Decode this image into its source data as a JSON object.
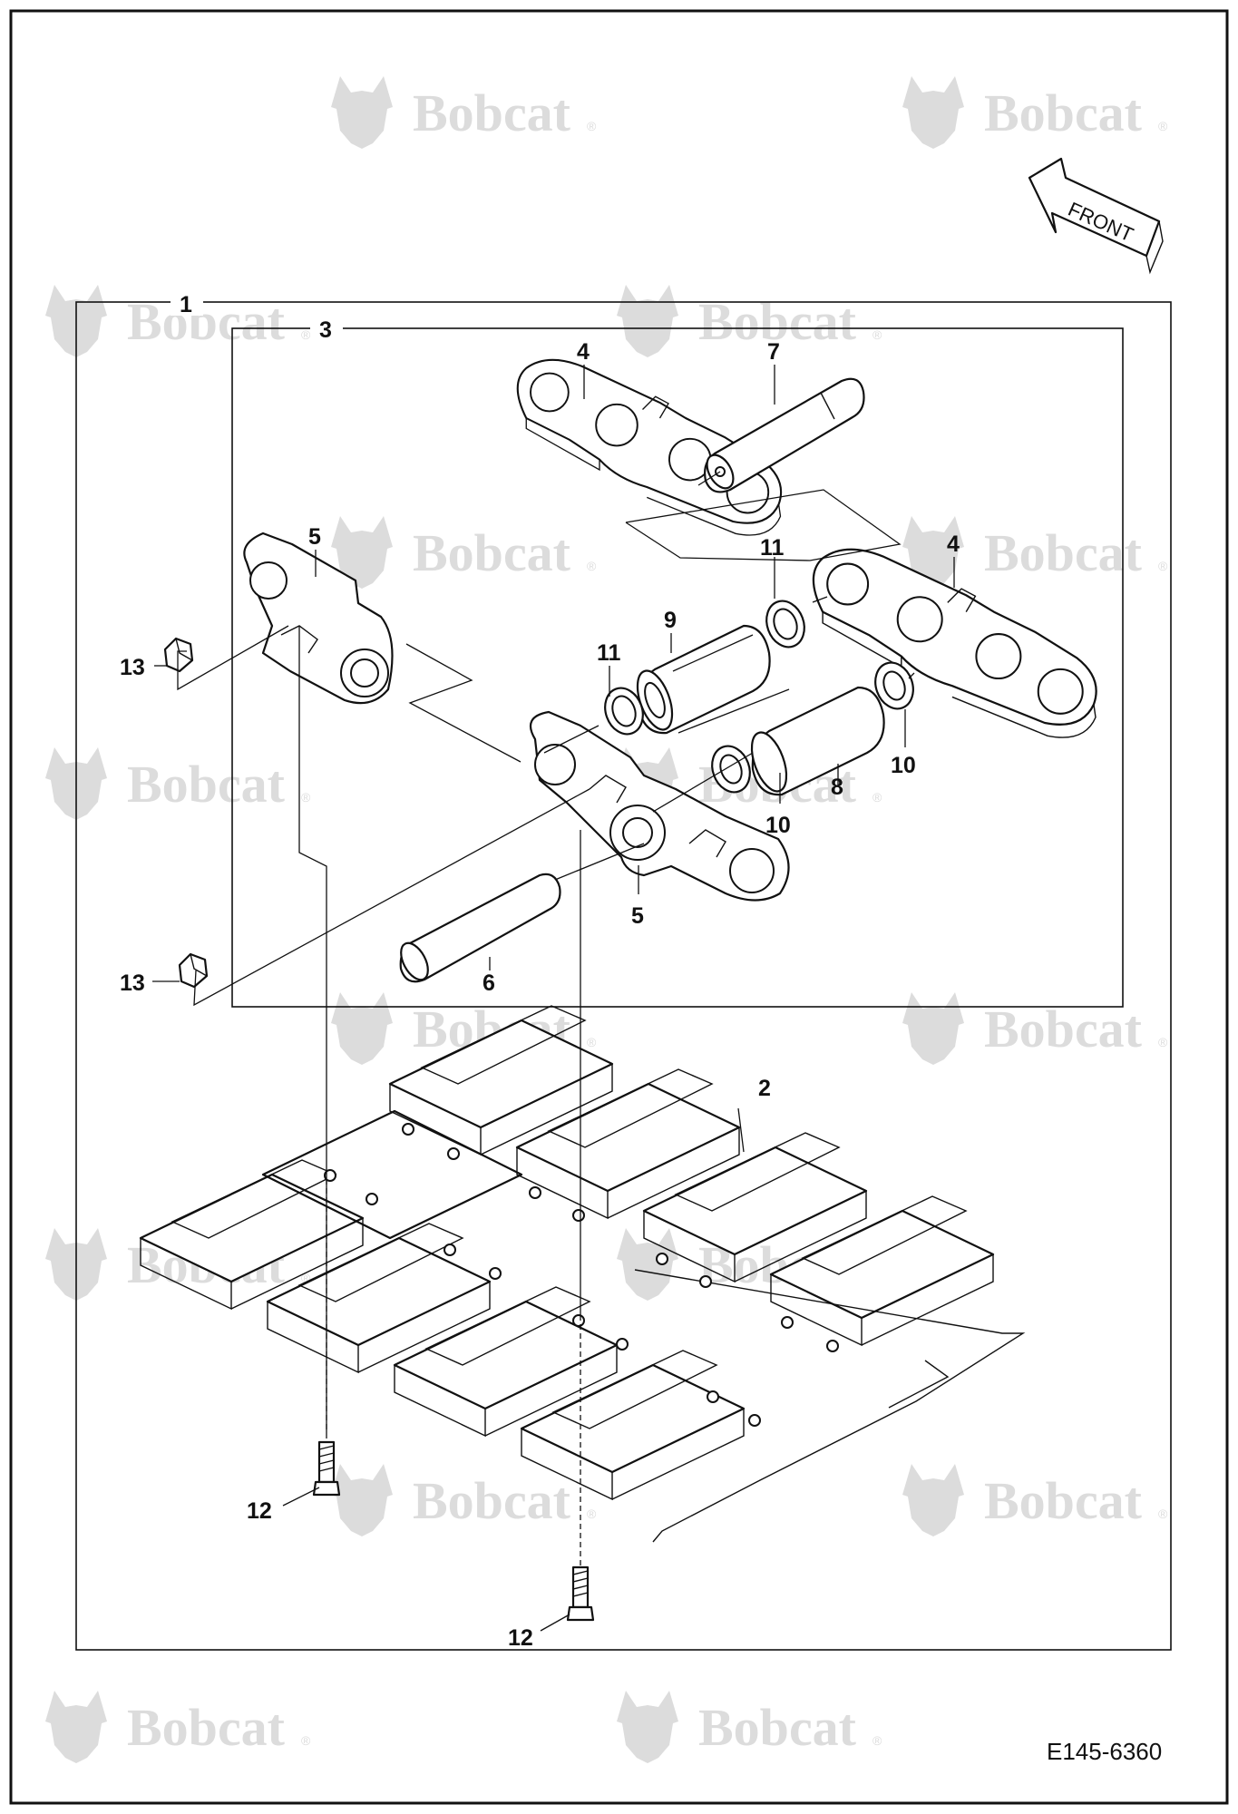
{
  "watermark": {
    "brand": "Bobcat",
    "mark": "®"
  },
  "drawing_code": "E145-6360",
  "direction_label": "FRONT",
  "callouts": {
    "c1": "1",
    "c2": "2",
    "c3": "3",
    "c4a": "4",
    "c4b": "4",
    "c5a": "5",
    "c5b": "5",
    "c6": "6",
    "c7": "7",
    "c8": "8",
    "c9": "9",
    "c10a": "10",
    "c10b": "10",
    "c11a": "11",
    "c11b": "11",
    "c12a": "12",
    "c12b": "12",
    "c13a": "13",
    "c13b": "13"
  }
}
